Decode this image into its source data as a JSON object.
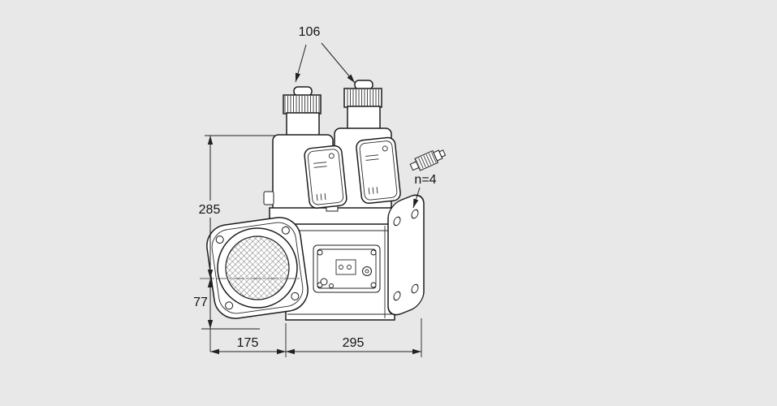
{
  "drawing": {
    "background_color": "#e8e8e8",
    "line_color": "#1c1c1c",
    "dimensions": {
      "top_depth": "106",
      "overall_height": "285",
      "center_to_bottom": "77",
      "flange_width": "175",
      "body_length": "295"
    },
    "annotations": {
      "bolt_hole_count": "n=4"
    }
  }
}
